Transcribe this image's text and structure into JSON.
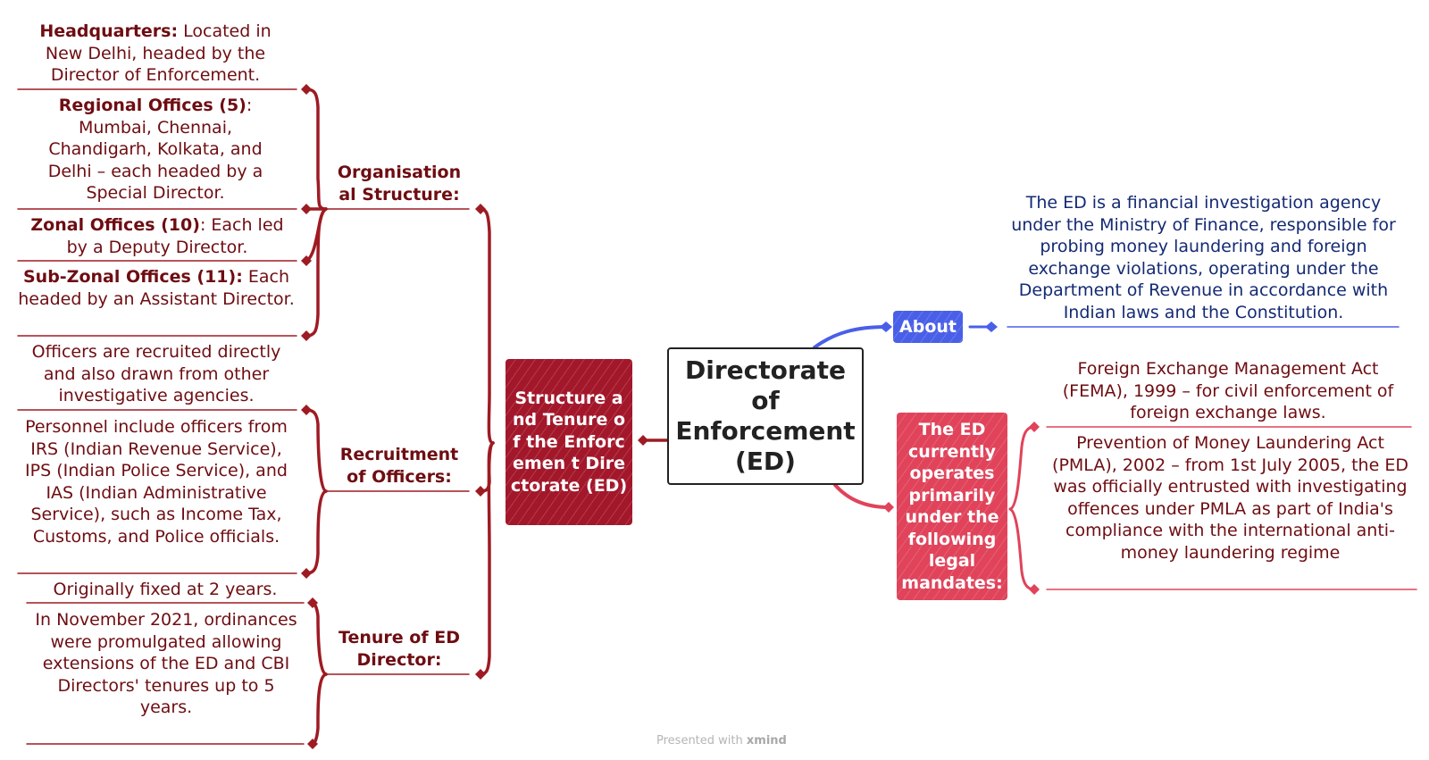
{
  "root": {
    "line1": "Directorate",
    "line2": "of",
    "line3": "Enforcement",
    "line4": "(ED)"
  },
  "structure_node": {
    "label": "Structure and Tenure of the Enforcemen t Directorate (ED)"
  },
  "org_structure": {
    "label": "Organisational Structure:",
    "items": [
      {
        "bold": "Headquarters:",
        "text": " Located in New Delhi, headed by the Director of Enforcement."
      },
      {
        "bold": "Regional Offices (5)",
        "text": ": Mumbai, Chennai, Chandigarh, Kolkata, and Delhi – each headed by a Special Director."
      },
      {
        "bold": "Zonal Offices (10)",
        "text": ": Each led by a Deputy Director."
      },
      {
        "bold": "Sub-Zonal Offices (11):",
        "text": " Each headed by an Assistant Director."
      }
    ]
  },
  "recruitment": {
    "label": "Recruitment of Officers:",
    "items": [
      "Officers are recruited directly and also drawn from other investigative agencies.",
      "Personnel include officers from IRS (Indian Revenue Service), IPS (Indian Police Service), and IAS (Indian Administrative Service), such as Income Tax, Customs, and Police officials."
    ]
  },
  "tenure": {
    "label": "Tenure of ED Director:",
    "items": [
      "Originally fixed at 2 years.",
      "In November 2021, ordinances were promulgated allowing extensions of the ED and CBI Directors' tenures up to 5 years."
    ]
  },
  "about": {
    "label": "About",
    "text": "The ED is a financial investigation agency under the Ministry of Finance, responsible for probing money laundering and foreign exchange violations, operating under the Department of Revenue in accordance with Indian laws and the Constitution."
  },
  "mandates": {
    "label": "The ED currently operates primarily under the following legal mandates:",
    "items": [
      "Foreign Exchange Management Act (FEMA), 1999 – for civil enforcement of foreign exchange laws.",
      "Prevention of Money Laundering Act (PMLA), 2002 – from 1st July 2005, the ED was officially entrusted with investigating offences under PMLA as part of India's compliance with the international anti-money laundering regime"
    ]
  },
  "watermark": {
    "prefix": "Presented with",
    "brand": "xmind"
  },
  "colors": {
    "dark_red": "#9e1b23",
    "text_red": "#6e0d12",
    "blue": "#4a5fe8",
    "navy": "#142a73",
    "pink": "#e0435a"
  }
}
